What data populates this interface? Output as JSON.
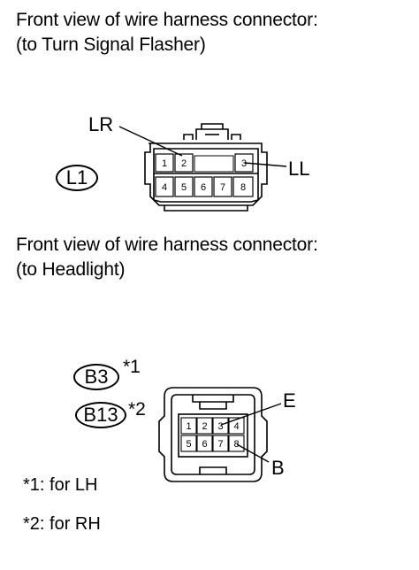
{
  "section1": {
    "title_line1": "Front view of wire harness connector:",
    "title_line2": "(to Turn Signal Flasher)",
    "connector_code": "L1",
    "pins": [
      "1",
      "2",
      "3",
      "4",
      "5",
      "6",
      "7",
      "8"
    ],
    "callout_left": "LR",
    "callout_right": "LL"
  },
  "section2": {
    "title_line1": "Front view of wire harness connector:",
    "title_line2": "(to Headlight)",
    "connector_code_a": "B3",
    "connector_code_a_note": "*1",
    "connector_code_b": "B13",
    "connector_code_b_note": "*2",
    "pins": [
      "1",
      "2",
      "3",
      "4",
      "5",
      "6",
      "7",
      "8"
    ],
    "callout_top": "E",
    "callout_bottom": "B",
    "footnote_1": "*1: for LH",
    "footnote_2": "*2: for RH"
  }
}
